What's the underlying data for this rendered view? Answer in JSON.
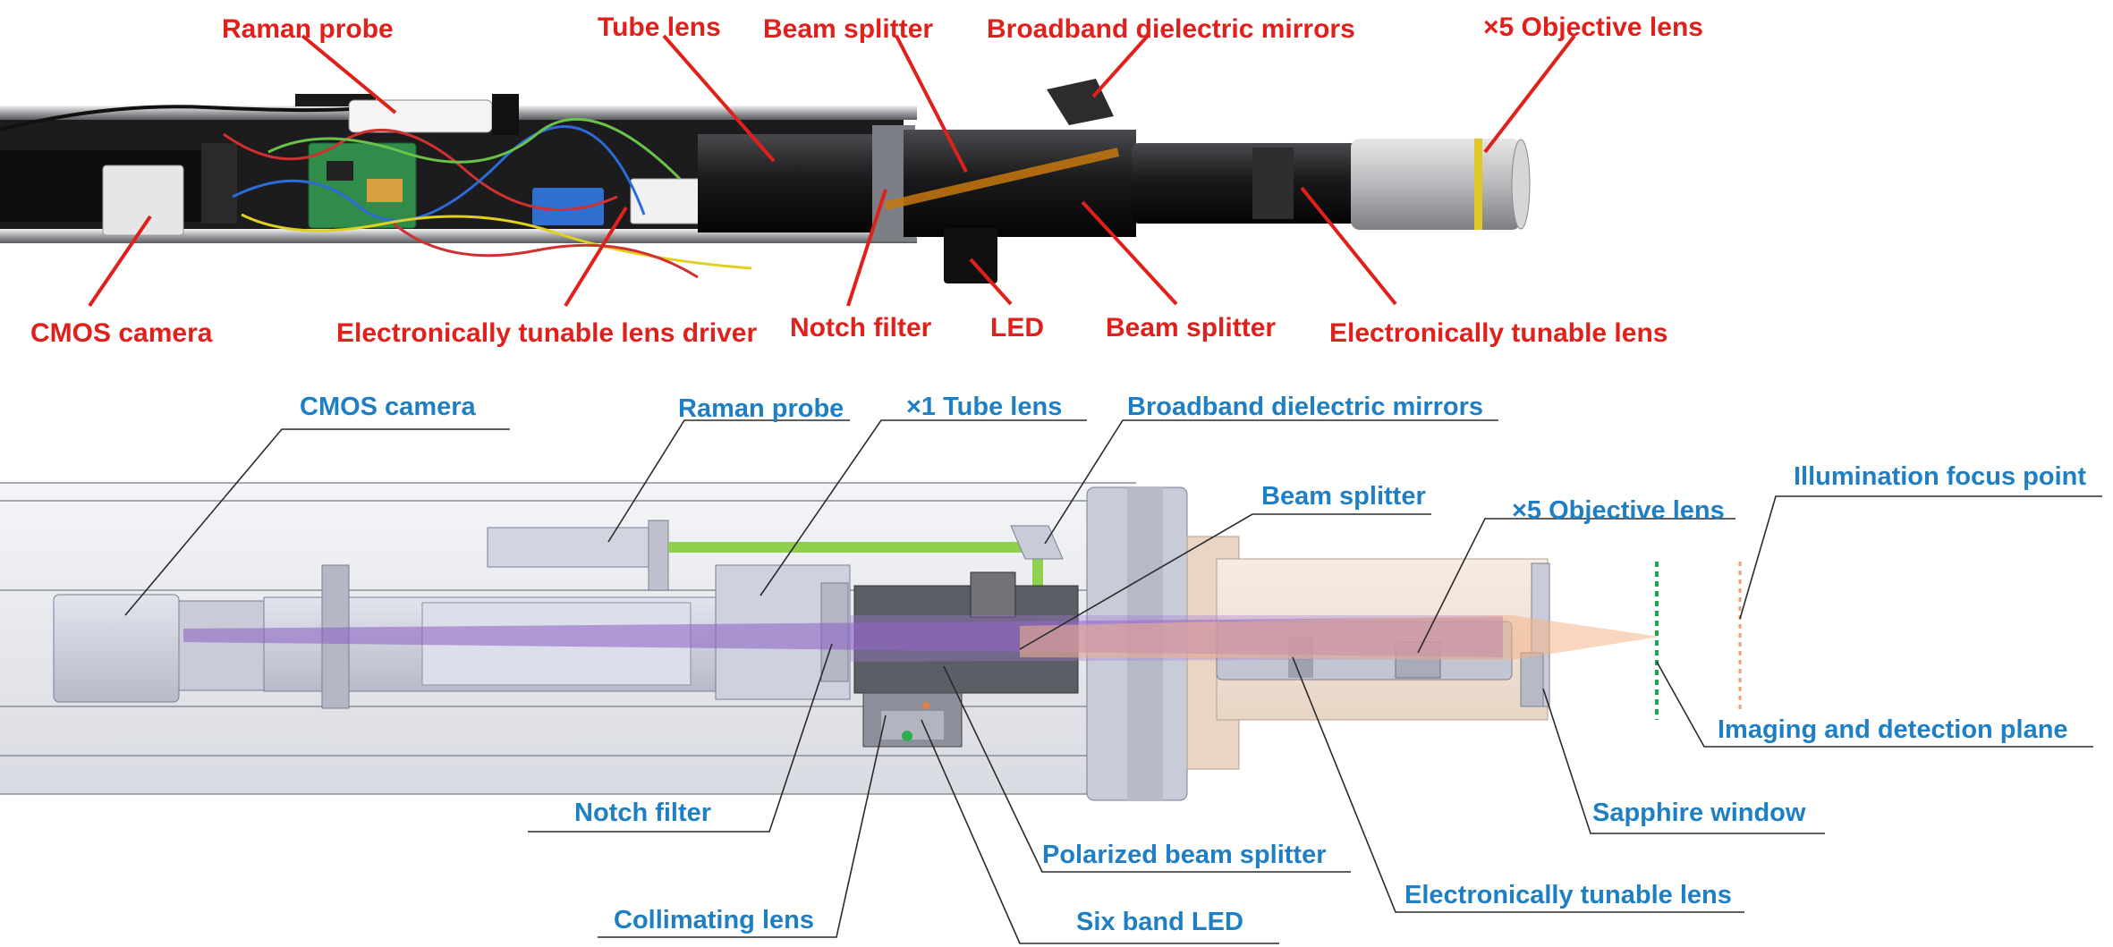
{
  "photo_labels": {
    "raman_probe": "Raman probe",
    "tube_lens": "Tube lens",
    "beam_splitter_top": "Beam splitter",
    "broadband_mirrors": "Broadband dielectric mirrors",
    "objective_lens": "×5 Objective lens",
    "cmos_camera": "CMOS camera",
    "etl_driver": "Electronically tunable lens driver",
    "notch_filter": "Notch filter",
    "led": "LED",
    "beam_splitter_bottom": "Beam splitter",
    "etl": "Electronically tunable lens"
  },
  "schematic_labels": {
    "cmos_camera": "CMOS camera",
    "raman_probe": "Raman probe",
    "tube_lens": "×1 Tube lens",
    "broadband_mirrors": "Broadband dielectric mirrors",
    "beam_splitter": "Beam splitter",
    "objective_lens": "×5 Objective lens",
    "illumination_focus": "Illumination focus point",
    "imaging_plane": "Imaging and detection plane",
    "notch_filter": "Notch filter",
    "sapphire_window": "Sapphire window",
    "polarized_beam_splitter": "Polarized beam splitter",
    "etl": "Electronically tunable lens",
    "collimating_lens": "Collimating lens",
    "six_band_led": "Six band LED"
  },
  "colors": {
    "photo_label": "#e0201b",
    "schematic_label": "#1f7fc4",
    "raman_path": "#8fd14f",
    "imaging_beam": "#8a5cc4",
    "illumination_beam": "#f2b48a",
    "imaging_plane": "#1aa84f",
    "focus_plane": "#f0a060"
  },
  "icons": {
    "photo": "probe-hardware-photo",
    "schematic": "probe-cross-section-schematic"
  }
}
